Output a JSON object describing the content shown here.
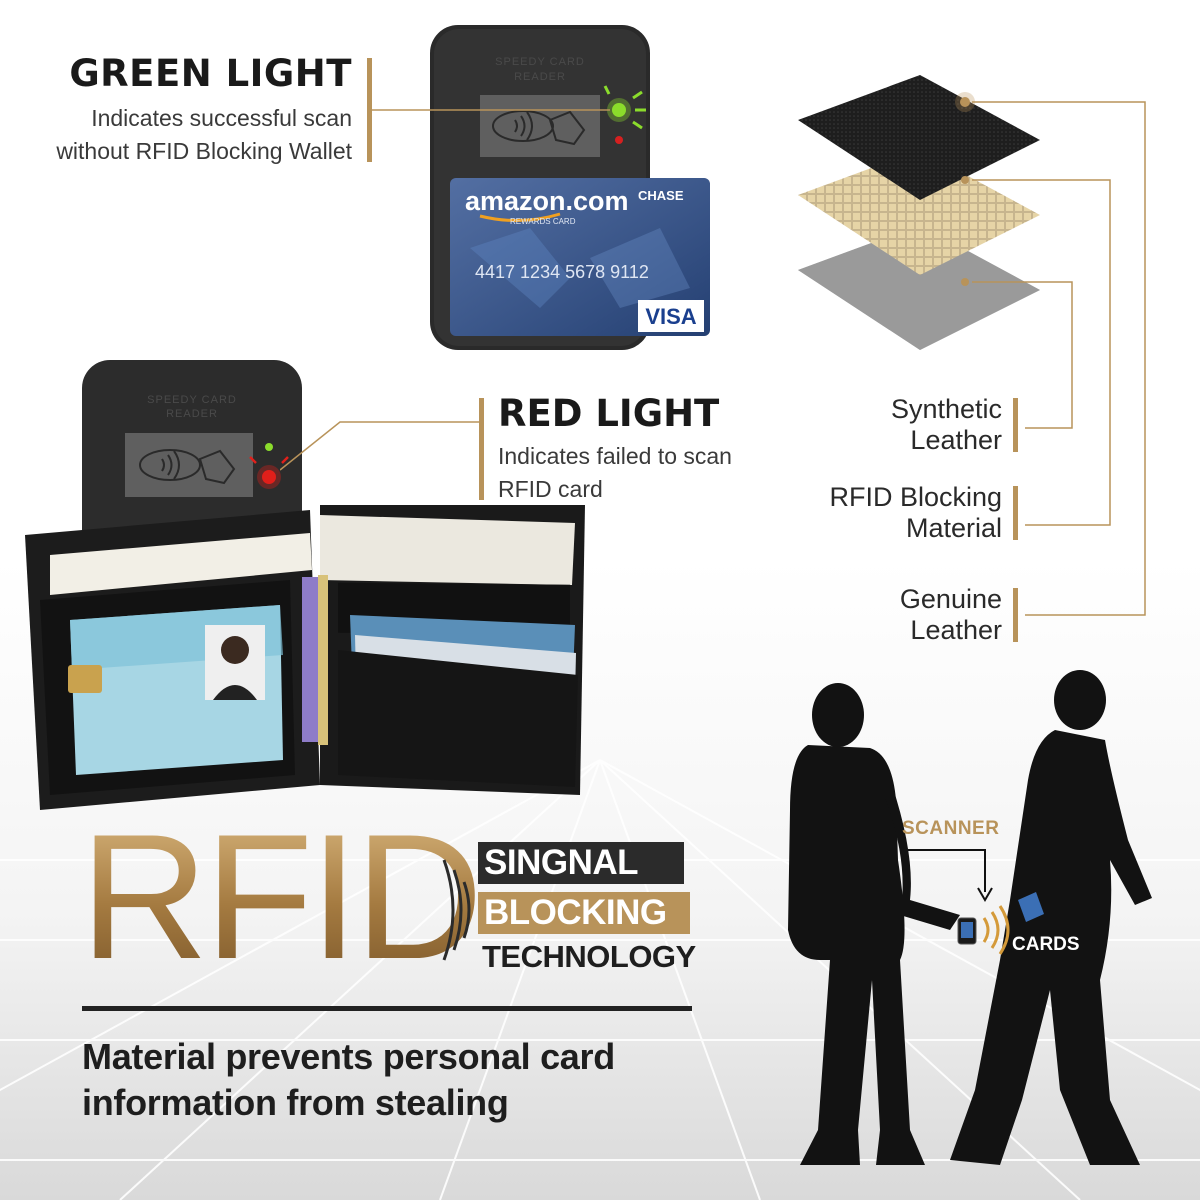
{
  "green_light": {
    "heading": "GREEN LIGHT",
    "desc_line1": "Indicates successful scan",
    "desc_line2": "without RFID Blocking Wallet"
  },
  "red_light": {
    "heading": "RED LIGHT",
    "desc_line1": "Indicates failed to scan",
    "desc_line2": "RFID card"
  },
  "layers": [
    {
      "line1": "Synthetic",
      "line2": "Leather"
    },
    {
      "line1": "RFID Blocking",
      "line2": "Material"
    },
    {
      "line1": "Genuine",
      "line2": "Leather"
    }
  ],
  "card": {
    "brand": "amazon.com",
    "sub": "REWARDS CARD",
    "bank": "CHASE",
    "number": "4417 1234 5678 9112",
    "network": "VISA"
  },
  "headline": {
    "big": "RFID",
    "tag1": "SINGNAL",
    "tag2": "BLOCKING",
    "tag3": "TECHNOLOGY"
  },
  "tagline": {
    "line1": "Material prevents personal card",
    "line2": "information from stealing"
  },
  "scene": {
    "scanner": "SCANNER",
    "cards": "CARDS"
  },
  "colors": {
    "gold": "#b8935a",
    "dark": "#2b2b2b",
    "green_led": "#7ed321",
    "red_led": "#e0201b",
    "card_blue": "#2d4f8e"
  }
}
